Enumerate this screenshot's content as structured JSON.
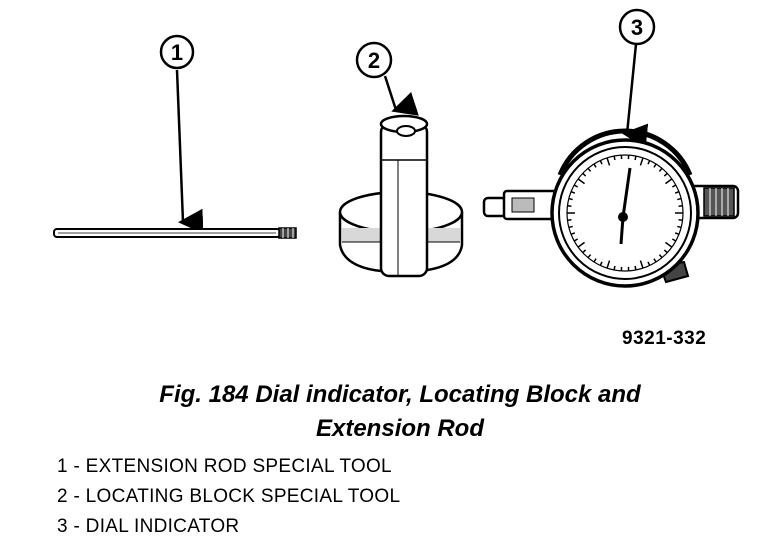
{
  "callouts": [
    "1",
    "2",
    "3"
  ],
  "figure_code": "9321-332",
  "caption": {
    "line1": "Fig. 184 Dial indicator, Locating Block and",
    "line2": "Extension Rod"
  },
  "legend": [
    {
      "number": "1",
      "text": "EXTENSION ROD SPECIAL TOOL"
    },
    {
      "number": "2",
      "text": "LOCATING BLOCK SPECIAL TOOL"
    },
    {
      "number": "3",
      "text": "DIAL INDICATOR"
    }
  ]
}
